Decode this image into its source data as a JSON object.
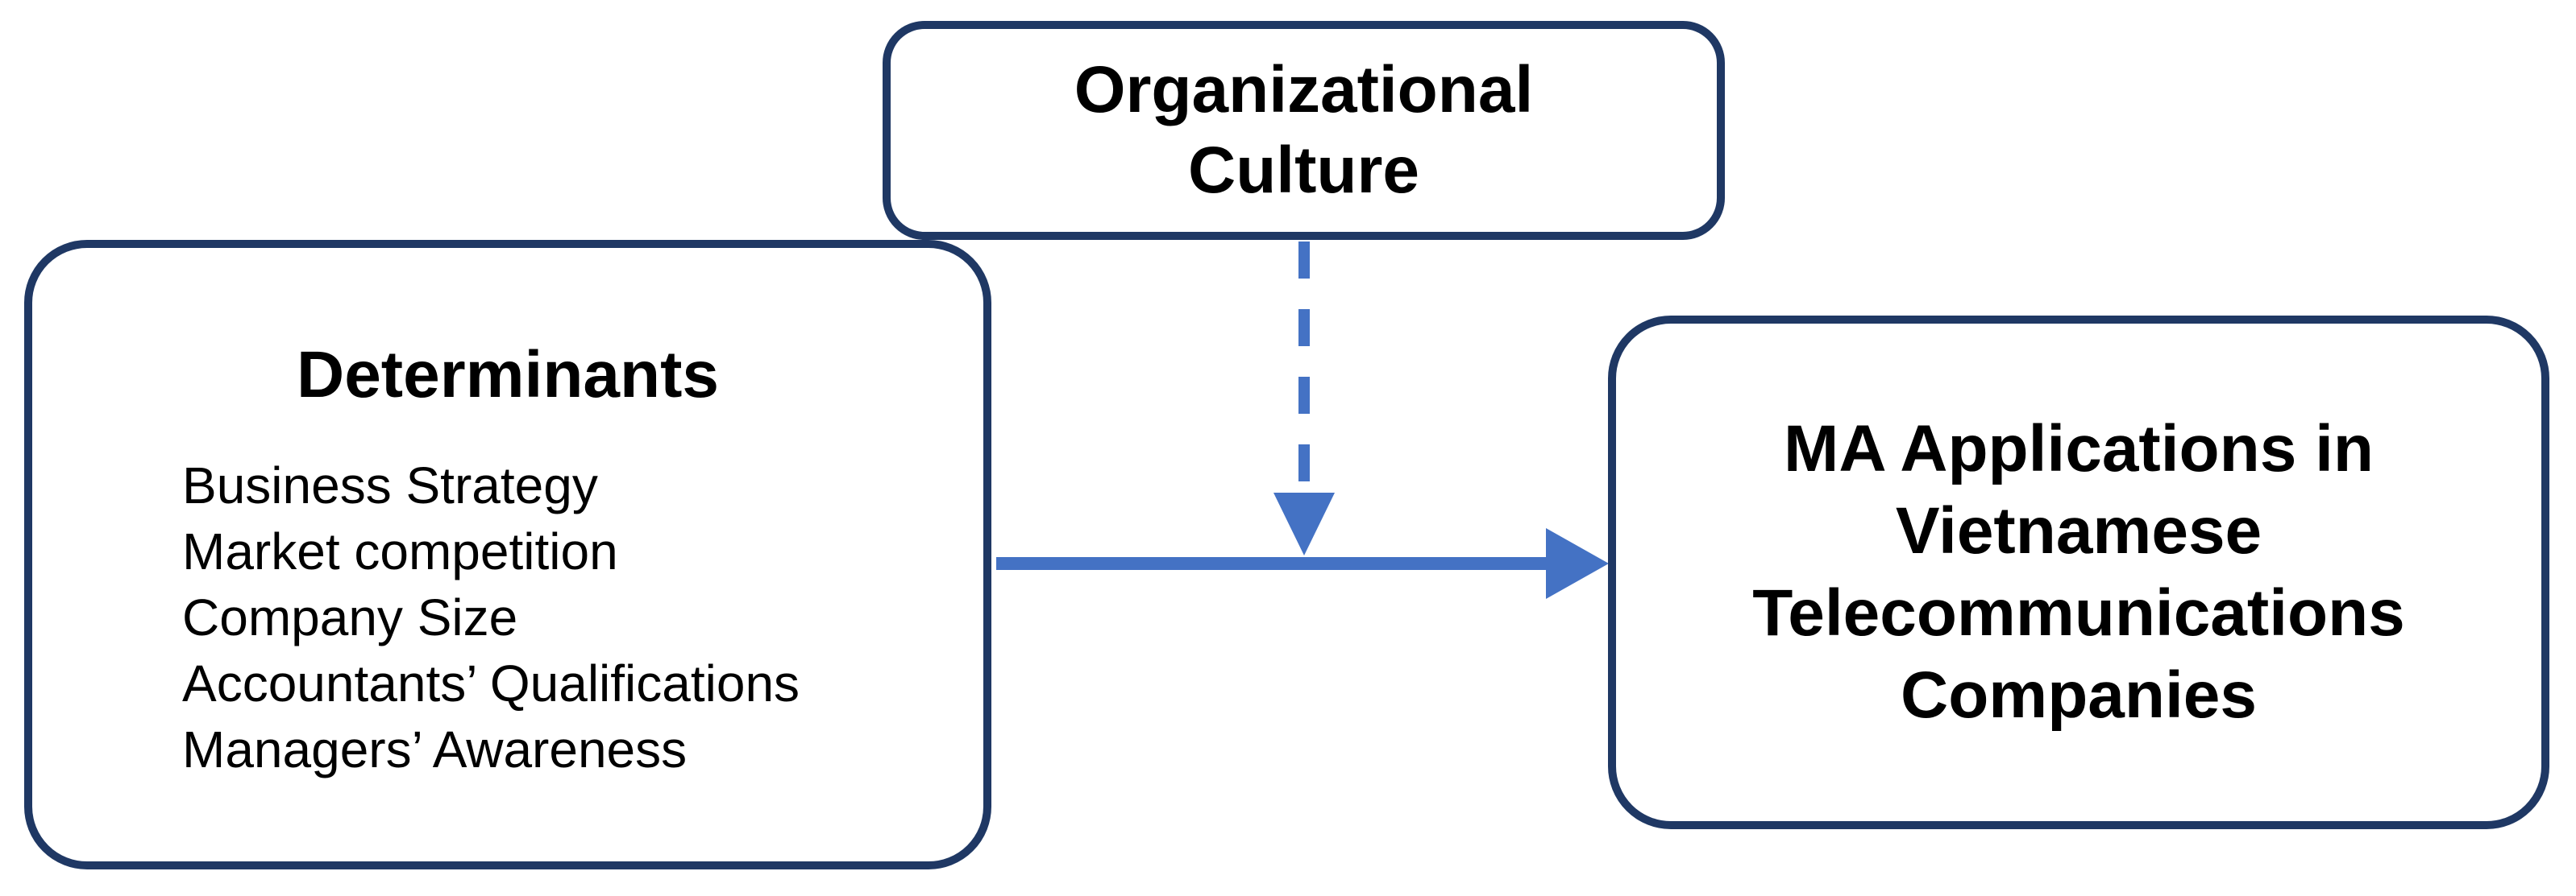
{
  "colors": {
    "background": "#ffffff",
    "box_border": "#1f3864",
    "arrow": "#4472c4",
    "text": "#000000"
  },
  "boxes": {
    "organizational_culture": {
      "title": "Organizational Culture"
    },
    "determinants": {
      "title": "Determinants",
      "items": [
        "Business Strategy",
        "Market competition",
        "Company Size",
        "Accountants’ Qualifications",
        "Managers’ Awareness"
      ]
    },
    "ma_applications": {
      "title": "MA Applications in Vietnamese Telecommunications Companies"
    }
  },
  "connectors": {
    "solid_arrow": {
      "style": "solid",
      "from": "Determinants",
      "to": "MA Applications in Vietnamese Telecommunications Companies"
    },
    "dashed_arrow": {
      "style": "dashed",
      "from": "Organizational Culture",
      "to": "solid arrow midpoint"
    }
  }
}
